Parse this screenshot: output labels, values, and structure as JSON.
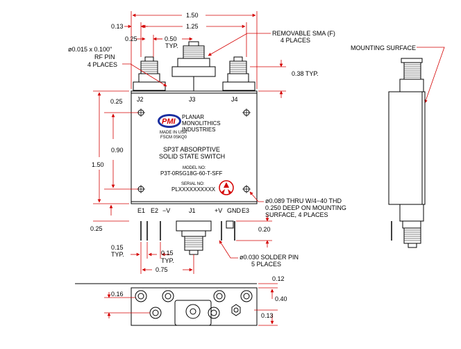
{
  "dims": {
    "w150": "1.50",
    "d013": "0.13",
    "d125": "1.25",
    "d025top": "0.25",
    "d050": "0.50",
    "typ": "TYP.",
    "rfpin_a": "ø0.015 x 0.100\"",
    "rfpin_b": "RF PIN",
    "rfpin_c": "4 PLACES",
    "sma_a": "REMOVABLE SMA (F)",
    "sma_b": "4 PLACES",
    "d038": "0.38 TYP.",
    "mounting": "MOUNTING SURFACE",
    "d025a": "0.25",
    "d090": "0.90",
    "h150": "1.50",
    "d025b": "0.25",
    "d020": "0.20",
    "d015a": "0.15",
    "typ2": "TYP.",
    "d015b": "0.15",
    "typ3": "TYP.",
    "d075": "0.75",
    "thru_a": "ø0.089 THRU W/4−40 THD",
    "thru_b": "0.250 DEEP ON MOUNTING",
    "thru_c": "SURFACE, 4 PLACES",
    "solder_a": "ø0.030 SOLDER PIN",
    "solder_b": "5 PLACES",
    "d012": "0.12",
    "d016": "0.16",
    "d040": "0.40",
    "d013b": "0.13"
  },
  "ports": {
    "j2": "J2",
    "j3": "J3",
    "j4": "J4",
    "e1": "E1",
    "e2": "E2",
    "minus_v": "−V",
    "j1": "J1",
    "plus_v": "+V",
    "gnd": "GND",
    "e3": "E3"
  },
  "label": {
    "logo_mark": "PMI",
    "company_1": "PLANAR",
    "company_2": "MONOLITHICS",
    "company_3": "INDUSTRIES",
    "made": "MADE IN USA",
    "fscm": "FSCM 0SKQ0",
    "title_1": "SP3T ABSORPTIVE",
    "title_2": "SOLID STATE SWITCH",
    "model_label": "MODEL NO:",
    "model_no": "P3T-0R5G18G-60-T-SFF",
    "serial_label": "SERIAL NO:",
    "serial_no": "PLXXXXXXXXXX"
  },
  "colors": {
    "leader": "#d40000",
    "logo_blue": "#1a2ea0",
    "logo_red": "#d40000",
    "outline": "#000000"
  }
}
